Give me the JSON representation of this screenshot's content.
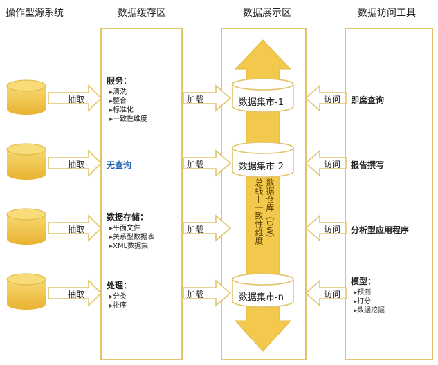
{
  "headings": {
    "source": "操作型源系统",
    "cache": "数据缓存区",
    "display": "数据展示区",
    "tools": "数据访问工具"
  },
  "extract_label": "抽取",
  "load_label": "加载",
  "access_label": "访问",
  "cache_blocks": [
    {
      "title": "服务：",
      "items": [
        "清洗",
        "整合",
        "标准化",
        "一致性维度"
      ]
    },
    {
      "title": "无查询",
      "items": []
    },
    {
      "title": "数据存储：",
      "items": [
        "平面文件",
        "关系型数据表",
        "XML数据集"
      ]
    },
    {
      "title": "处理：",
      "items": [
        "分类",
        "排序"
      ]
    }
  ],
  "marts": [
    "数据集市-1",
    "数据集市-2",
    "数据集市-n"
  ],
  "warehouse_label": "数据仓库（DW）",
  "bus_label": "总线—一致性维度",
  "tools": [
    {
      "title": "即席查询",
      "items": []
    },
    {
      "title": "报告撰写",
      "items": []
    },
    {
      "title": "分析型应用程序",
      "items": []
    },
    {
      "title": "模型：",
      "items": [
        "预测",
        "打分",
        "数据挖掘"
      ]
    }
  ],
  "colors": {
    "panel_border": "#e2c46a",
    "arrow_fill": "#f2c94c",
    "cylinder_fill": "#f3c54a",
    "accent_blue": "#1a5fb0"
  }
}
